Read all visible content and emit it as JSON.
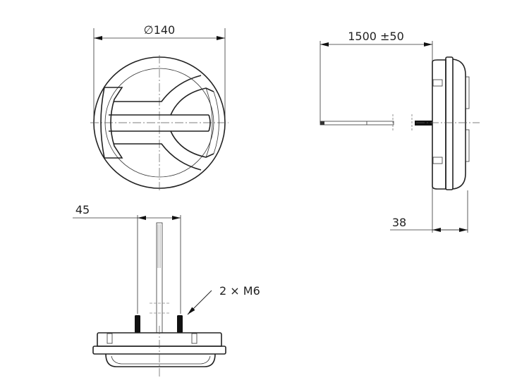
{
  "drawing": {
    "front_view": {
      "diameter_label": "∅140"
    },
    "side_view": {
      "cable_length_label": "1500 ±50",
      "depth_label": "38"
    },
    "bottom_view": {
      "stud_spacing_label": "45",
      "stud_label": "2 × M6"
    }
  }
}
